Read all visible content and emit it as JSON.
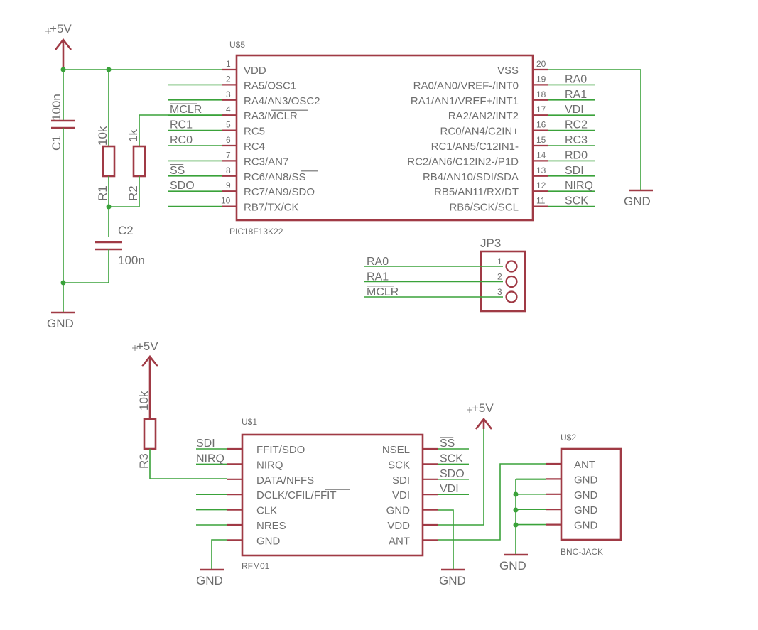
{
  "power": {
    "vcc": "+5V",
    "gnd": "GND"
  },
  "u5": {
    "ref": "U$5",
    "value": "PIC18F13K22",
    "left_pins": [
      {
        "num": "1",
        "name": "VDD"
      },
      {
        "num": "2",
        "name": "RA5/OSC1"
      },
      {
        "num": "3",
        "name": "RA4/AN3/OSC2"
      },
      {
        "num": "4",
        "name": "RA3/MCLR"
      },
      {
        "num": "5",
        "name": "RC5"
      },
      {
        "num": "6",
        "name": "RC4"
      },
      {
        "num": "7",
        "name": "RC3/AN7"
      },
      {
        "num": "8",
        "name": "RC6/AN8/SS"
      },
      {
        "num": "9",
        "name": "RC7/AN9/SDO"
      },
      {
        "num": "10",
        "name": "RB7/TX/CK"
      }
    ],
    "right_pins": [
      {
        "num": "20",
        "name": "VSS"
      },
      {
        "num": "19",
        "name": "RA0/AN0/VREF-/INT0"
      },
      {
        "num": "18",
        "name": "RA1/AN1/VREF+/INT1"
      },
      {
        "num": "17",
        "name": "RA2/AN2/INT2"
      },
      {
        "num": "16",
        "name": "RC0/AN4/C2IN+"
      },
      {
        "num": "15",
        "name": "RC1/AN5/C12IN1-"
      },
      {
        "num": "14",
        "name": "RC2/AN6/C12IN2-/P1D"
      },
      {
        "num": "13",
        "name": "RB4/AN10/SDI/SDA"
      },
      {
        "num": "12",
        "name": "RB5/AN11/RX/DT"
      },
      {
        "num": "11",
        "name": "RB6/SCK/SCL"
      }
    ],
    "left_nets": [
      "",
      "",
      "",
      "MCLR",
      "RC1",
      "RC0",
      "",
      "SS",
      "SDO",
      ""
    ],
    "right_nets": [
      "",
      "RA0",
      "RA1",
      "VDI",
      "RC2",
      "RC3",
      "RD0",
      "SDI",
      "NIRQ",
      "SCK"
    ]
  },
  "passives": {
    "c1": {
      "ref": "C1",
      "value": "100n"
    },
    "c2": {
      "ref": "C2",
      "value": "100n"
    },
    "r1": {
      "ref": "R1",
      "value": "10k"
    },
    "r2": {
      "ref": "R2",
      "value": "1k"
    },
    "r3": {
      "ref": "R3",
      "value": "10k"
    }
  },
  "jp3": {
    "ref": "JP3",
    "pins": [
      "1",
      "2",
      "3"
    ],
    "nets": [
      "RA0",
      "RA1",
      "MCLR"
    ]
  },
  "u1": {
    "ref": "U$1",
    "value": "RFM01",
    "left_pins": [
      "FFIT/SDO",
      "NIRQ",
      "DATA/NFFS",
      "DCLK/CFIL/FFIT",
      "CLK",
      "NRES",
      "GND"
    ],
    "right_pins": [
      "NSEL",
      "SCK",
      "SDI",
      "VDI",
      "GND",
      "VDD",
      "ANT"
    ],
    "left_nets": [
      "SDI",
      "NIRQ"
    ],
    "right_nets": [
      "SS",
      "SCK",
      "SDO",
      "VDI"
    ]
  },
  "u2": {
    "ref": "U$2",
    "value": "BNC-JACK",
    "pins": [
      "ANT",
      "GND",
      "GND",
      "GND",
      "GND"
    ]
  }
}
